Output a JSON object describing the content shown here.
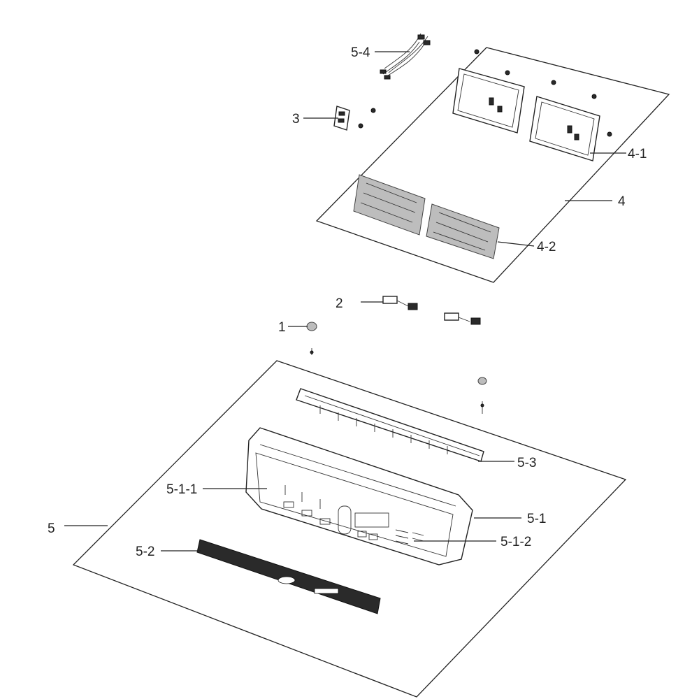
{
  "callouts": {
    "c1": "1",
    "c2": "2",
    "c3": "3",
    "c4": "4",
    "c4_1": "4-1",
    "c4_2": "4-2",
    "c5": "5",
    "c5_1": "5-1",
    "c5_1_1": "5-1-1",
    "c5_1_2": "5-1-2",
    "c5_2": "5-2",
    "c5_3": "5-3",
    "c5_4": "5-4"
  }
}
